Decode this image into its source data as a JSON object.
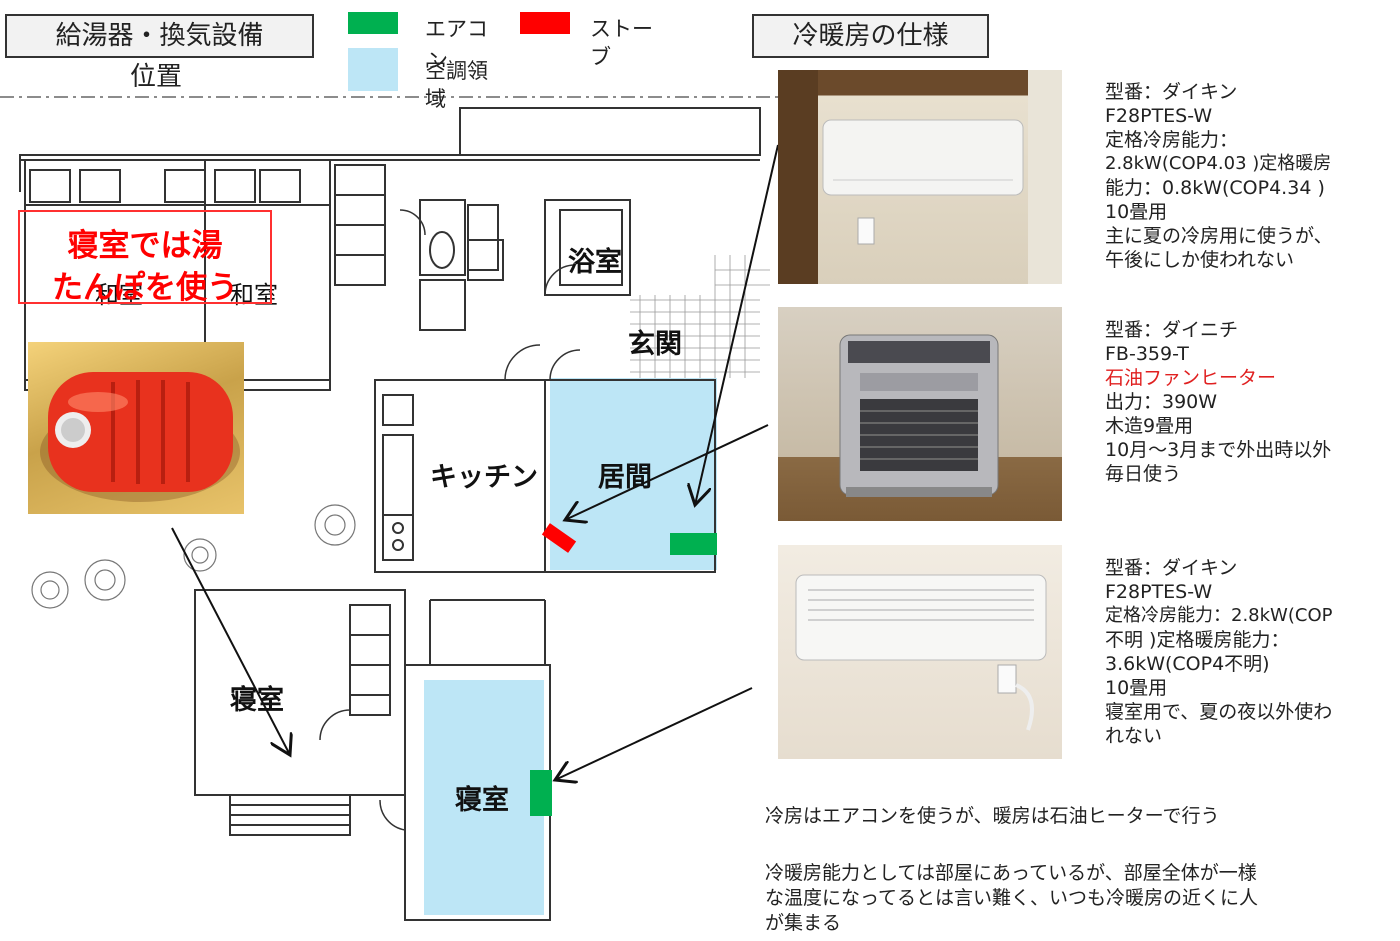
{
  "titles": {
    "equipment_line1": "給湯器・換気設備",
    "equipment_line2": "位置",
    "spec": "冷暖房の仕様"
  },
  "legend": [
    {
      "label_line1": "エアコ",
      "label_line2": "ン",
      "color": "#00b050"
    },
    {
      "label_line1": "空調領",
      "label_line2": "域",
      "color": "#bde6f6"
    },
    {
      "label_line1": "ストー",
      "label_line2": "ブ",
      "color": "#ff0000"
    }
  ],
  "rooms": {
    "washitsu1": "和室",
    "washitsu2": "和室",
    "bathroom": "浴室",
    "entrance": "玄関",
    "kitchen": "キッチン",
    "living": "居間",
    "bedroom1": "寝室",
    "bedroom2": "寝室"
  },
  "callout": {
    "line1": "寝室では湯",
    "line2": "たんぽを使う"
  },
  "specs": [
    {
      "lines": [
        "型番：ダイキン",
        "F28PTES-W",
        "定格冷房能力：",
        "2.8kW(COP4.03 )定格暖房",
        "能力：0.8kW(COP4.34 )",
        "10畳用",
        "主に夏の冷房用に使うが、",
        "午後にしか使われない"
      ]
    },
    {
      "lines": [
        "型番：ダイニチ",
        "FB-359-T",
        "石油ファンヒーター",
        "出力：390W",
        "木造9畳用",
        "10月～3月まで外出時以外",
        "毎日使う"
      ]
    },
    {
      "lines": [
        "型番：ダイキン",
        "F28PTES-W",
        "定格冷房能力：2.8kW(COP",
        "不明 )定格暖房能力：",
        "3.6kW(COP4不明)",
        "10畳用",
        "寝室用で、夏の夜以外使わ",
        "れない"
      ]
    }
  ],
  "notes": {
    "line1": "冷房はエアコンを使うが、暖房は石油ヒーターで行う",
    "line2": "冷暖房能力としては部屋にあっているが、部屋全体が一様",
    "line3": "な温度になってるとは言い難く、いつも冷暖房の近くに人",
    "line4": "が集まる"
  },
  "colors": {
    "aircon": "#00b050",
    "area": "#bde6f6",
    "stove": "#ff0000",
    "highlight_text": "#e02020"
  }
}
